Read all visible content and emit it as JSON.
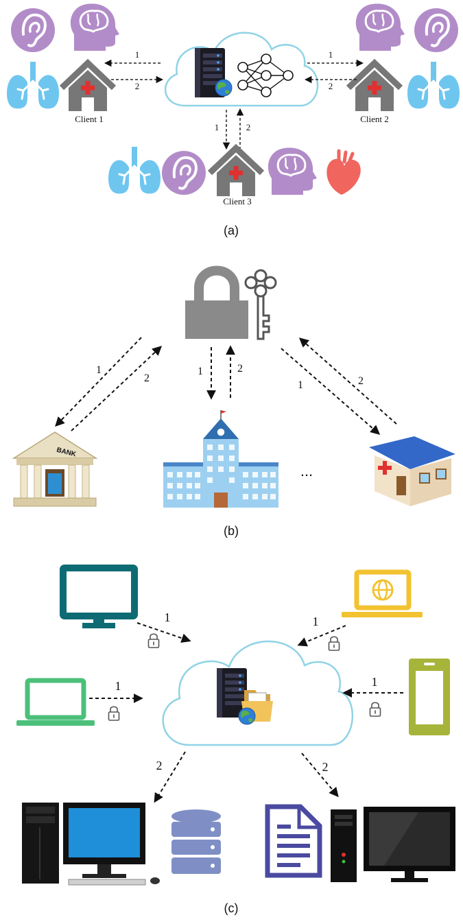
{
  "panels": {
    "a": {
      "caption": "(a)",
      "clients": [
        "Client 1",
        "Client 2",
        "Client 3"
      ],
      "arrow_labels": {
        "send": "1",
        "receive": "2"
      }
    },
    "b": {
      "caption": "(b)",
      "arrow_labels": {
        "send": "1",
        "receive": "2"
      },
      "bank_sign": "BANK",
      "ellipsis": "..."
    },
    "c": {
      "caption": "(c)",
      "arrow_labels": {
        "send": "1",
        "receive": "2"
      }
    }
  },
  "colors": {
    "cloud_outline": "#8fd3e6",
    "organ_purple": "#b28cc8",
    "organ_blue": "#6ec6ef",
    "heart_red": "#f0655e",
    "house_gray": "#777777",
    "medical_cross": "#e03030",
    "lock_gray": "#8a8a8a",
    "monitor_teal": "#0f6b73",
    "laptop_yellow": "#f2c230",
    "laptop_green": "#4cc07a",
    "phone_olive": "#a7b43a",
    "database_blue": "#7f8fc6",
    "document_purple": "#4a4aa0"
  }
}
